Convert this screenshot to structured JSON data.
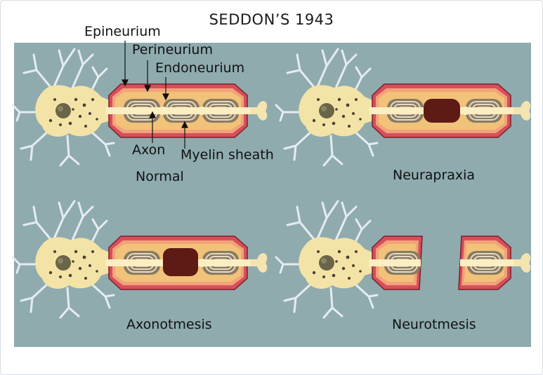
{
  "title": "SEDDON’S 1943",
  "labels": {
    "epineurium": "Epineurium",
    "perineurium": "Perineurium",
    "endoneurium": "Endoneurium",
    "axon": "Axon",
    "myelin_sheath": "Myelin sheath"
  },
  "panels": {
    "normal": "Normal",
    "neurapraxia": "Neurapraxia",
    "axonotmesis": "Axonotmesis",
    "neurotmesis": "Neurotmesis"
  },
  "colors": {
    "background": "#8fabae",
    "cell_body": "#f4e3a6",
    "nucleus": "#6a6448",
    "epineurium": "#d64f5b",
    "perineurium": "#f2a27a",
    "myelin": "#f1c27a",
    "axon": "#fbeec2",
    "lesion": "#5e1a14",
    "dendrite": "#e6ecef"
  }
}
